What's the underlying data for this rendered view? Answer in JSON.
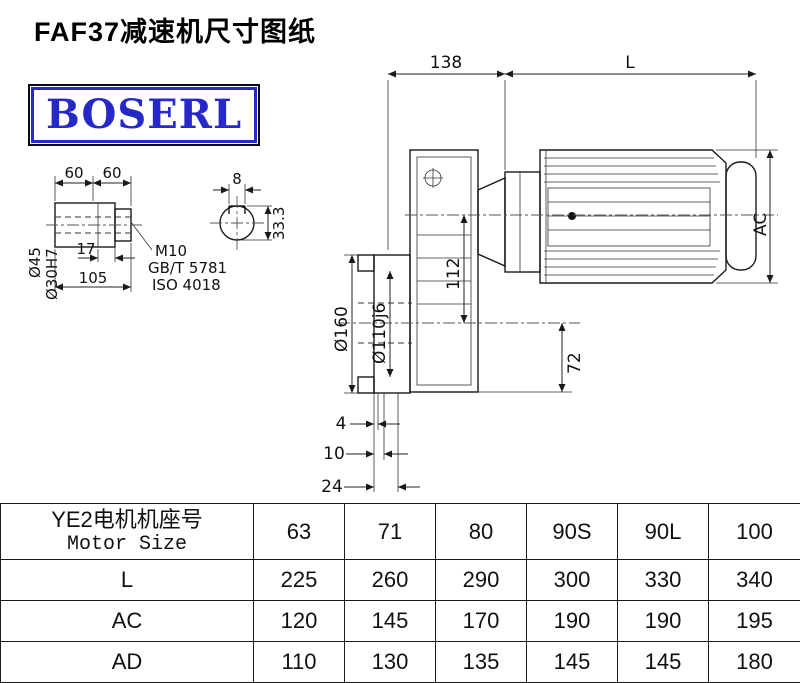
{
  "page": {
    "title": "FAF37减速机尺寸图纸"
  },
  "logo": {
    "text": "BOSERL"
  },
  "shaft_detail": {
    "dim_60_left": "60",
    "dim_60_right": "60",
    "dim_d45": "Ø45",
    "dim_d30": "Ø30H7",
    "dim_17": "17",
    "dim_105": "105",
    "thread": "M10",
    "standard_gb": "GB/T 5781",
    "standard_iso": "ISO 4018"
  },
  "section_view": {
    "dim_8": "8",
    "dim_33_3": "33.3"
  },
  "main_view": {
    "dim_138": "138",
    "dim_L": "L",
    "dim_AC": "AC",
    "dim_112": "112",
    "dim_d160": "Ø160",
    "dim_d110": "Ø110j6",
    "dim_72": "72",
    "dim_4": "4",
    "dim_10": "10",
    "dim_24": "24"
  },
  "table": {
    "header_cn": "YE2电机机座号",
    "header_en": "Motor Size",
    "motor_sizes": [
      "63",
      "71",
      "80",
      "90S",
      "90L",
      "100"
    ],
    "rows": [
      {
        "label": "L",
        "values": [
          "225",
          "260",
          "290",
          "300",
          "330",
          "340"
        ]
      },
      {
        "label": "AC",
        "values": [
          "120",
          "145",
          "170",
          "190",
          "190",
          "195"
        ]
      },
      {
        "label": "AD",
        "values": [
          "110",
          "130",
          "135",
          "145",
          "145",
          "180"
        ]
      }
    ]
  },
  "colors": {
    "line": "#1a1a1a",
    "logo_blue": "#2629c8"
  }
}
